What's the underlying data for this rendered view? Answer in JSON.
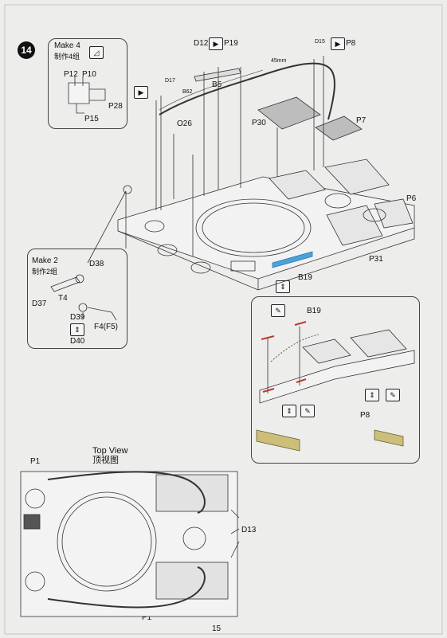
{
  "step_number": "14",
  "make4": {
    "title": "Make 4",
    "subtitle": "制作4组",
    "parts": [
      "P12",
      "P10",
      "P28",
      "P15"
    ]
  },
  "make2": {
    "title": "Make 2",
    "subtitle": "制作2组",
    "parts": [
      "D38",
      "D37",
      "T4",
      "D39",
      "F4(F5)",
      "D40"
    ]
  },
  "main_labels": {
    "d12": "D12",
    "p19": "P19",
    "d15": "D15",
    "p8": "P8",
    "length": "45mm",
    "b5": "B5",
    "d17": "D17",
    "b62": "B62",
    "o26": "O26",
    "p30": "P30",
    "p7": "P7",
    "p6": "P6",
    "p31": "P31",
    "b19": "B19"
  },
  "detail": {
    "b19": "B19",
    "p8": "P8"
  },
  "top_view": {
    "title_en": "Top View",
    "title_zh": "顶视图",
    "p1": "P1",
    "d13": "D13"
  },
  "page_number": "15",
  "icons": [
    "step-badge",
    "arrow-right-icon",
    "glue-icon",
    "flip-icon",
    "paint-brush-icon"
  ]
}
